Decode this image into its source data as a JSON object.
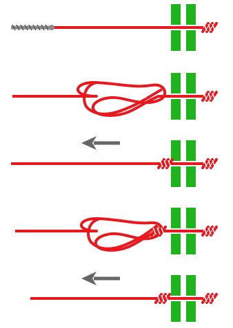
{
  "colors": {
    "rope": "#e8181e",
    "rope_dark": "#b10f14",
    "post": "#1fb31d",
    "arrow": "#666666",
    "whipping": "#8a8a8a",
    "background": "#ffffff"
  },
  "steps": [
    {
      "id": "step-1",
      "stage": "rope-through-posts",
      "has_whipped_end": true
    },
    {
      "id": "step-2",
      "stage": "loose-knot-tied",
      "has_whipped_end": false
    },
    {
      "id": "step-3",
      "stage": "knot-pulled-to-posts",
      "has_arrow": true
    },
    {
      "id": "step-4",
      "stage": "second-knot-tied",
      "has_whipped_end": false
    },
    {
      "id": "step-5",
      "stage": "second-knot-pulled",
      "has_arrow": true
    }
  ],
  "icons": {
    "arrow": "arrow-left-icon",
    "knot": "knot-icon",
    "post": "post-icon"
  }
}
